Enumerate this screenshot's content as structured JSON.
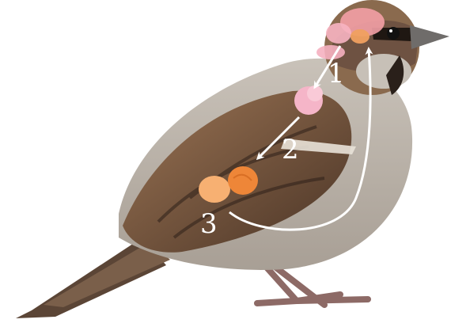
{
  "figure": {
    "steps": [
      {
        "label": "1"
      },
      {
        "label": "2"
      },
      {
        "label": "3"
      }
    ]
  },
  "colors": {
    "background": "#ffffff",
    "arrow": "#ffffff",
    "label": "#ffffff",
    "organ_pink": "#f4a6b4",
    "organ_orange": "#f08a3a",
    "organ_peach": "#f6b27a",
    "bird_brown": "#8a6a4e",
    "bird_grey": "#b9b2aa"
  }
}
